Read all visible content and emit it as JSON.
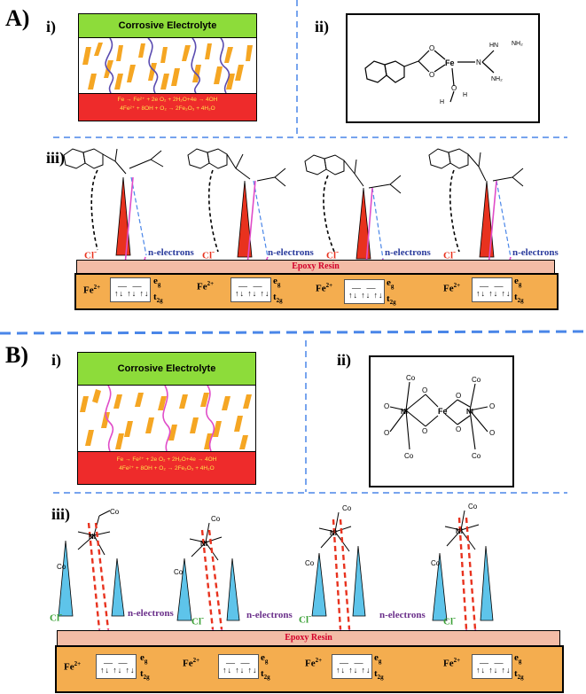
{
  "panel_a": {
    "label": "A)",
    "i": "i)",
    "ii": "ii)",
    "iii": "iii)",
    "electrolyte": "Corrosive Electrolyte",
    "reaction_line1": "Fe → Fe²⁺ + 2e    O₂ + 2H₂O+4e → 4OH",
    "reaction_line2": "4Fe²⁺ + 8OH + O₂ → 2Fe₂O₃ + 4H₂O",
    "epoxy": "Epoxy Resin",
    "fe": "Fe",
    "fe_charge": "2+",
    "cl": "Cl",
    "cl_charge": "-",
    "n_electrons": "n-electrons",
    "eg": "e",
    "eg_sub": "g",
    "t2g": "t",
    "t2g_sub": "2g",
    "dbox_top": "— —",
    "dbox_bottom": "↑↓ ↑↓ ↑↓",
    "mol_atoms": {
      "fe": "Fe",
      "n": "N",
      "hn": "HN",
      "nh2a": "NH₂",
      "nh2b": "NH₂",
      "o1": "O",
      "o2": "O",
      "oh": "H",
      "o3": "O",
      "h": "H"
    }
  },
  "panel_b": {
    "label": "B)",
    "i": "i)",
    "ii": "ii)",
    "iii": "iii)",
    "electrolyte": "Corrosive Electrolyte",
    "reaction_line1": "Fe → Fe²⁺ + 2e    O₂ + 2H₂O+4e → 4OH",
    "reaction_line2": "4Fe²⁺ + 8OH + O₂ → 2Fe₂O₃ + 4H₂O",
    "epoxy": "Epoxy Resin",
    "fe": "Fe",
    "fe_charge": "2+",
    "cl": "Cl",
    "cl_charge": "-",
    "n_electrons": "n-electrons",
    "eg": "e",
    "eg_sub": "g",
    "t2g": "t",
    "t2g_sub": "2g",
    "dbox_top": "— —",
    "dbox_bottom": "↑↓ ↑↓ ↑↓",
    "mol_atoms": {
      "fe": "Fe",
      "ni": "Ni",
      "co": "Co",
      "o": "O"
    }
  },
  "colors": {
    "electrolyte": "#8ddc3a",
    "metal": "#ee2b2b",
    "reaction_text": "#ffe34a",
    "flakes": "#f5a623",
    "epoxy": "#f3bca6",
    "substrate": "#f4ad4f",
    "dash_divider": "#4a86e8",
    "red_cone": "#e8321e",
    "blue_cone": "#5ec4ea",
    "magenta_arrow": "#e04cc8",
    "cl_red": "#e8321e",
    "cl_green": "#3aa035",
    "n_electrons_a": "#2a3b9c",
    "n_electrons_b": "#6a2f8a"
  }
}
